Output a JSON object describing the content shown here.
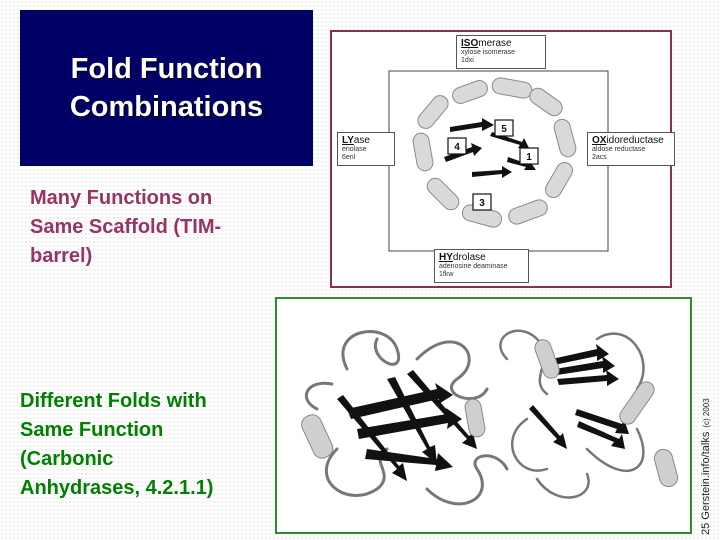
{
  "slide": {
    "title_line1": "Fold Function",
    "title_line2": "Combinations",
    "caption1_lines": [
      "Many Functions on",
      "Same Scaffold (TIM-",
      "barrel)"
    ],
    "caption2_lines": [
      "Different Folds with",
      "Same Function",
      "(Carbonic",
      "Anhydrases, 4.2.1.1)"
    ],
    "footer_text": "25 Gerstein.info/talks",
    "footer_copyright": "(c) 2003"
  },
  "tim_barrel_figure": {
    "isomerase": {
      "prefix": "ISO",
      "suffix": "merase",
      "enzyme": "xylose isomerase",
      "pdb": "1dxi"
    },
    "lyase": {
      "prefix": "LY",
      "suffix": "ase",
      "enzyme": "enolase",
      "pdb": "6enl"
    },
    "oxidoreductase": {
      "prefix": "OX",
      "suffix": "idoreductase",
      "enzyme": "aldose reductase",
      "pdb": "2acs"
    },
    "hydrolase": {
      "prefix": "HY",
      "suffix": "drolase",
      "enzyme": "adenosine deaminase",
      "pdb": "1fkw"
    },
    "strand_numbers": [
      "5",
      "4",
      "1",
      "3"
    ]
  },
  "colors": {
    "title_bg": "#000066",
    "caption1": "#993366",
    "caption2": "#008000",
    "frame_top": "#8a2e52",
    "frame_bottom": "#2e8b2e"
  }
}
